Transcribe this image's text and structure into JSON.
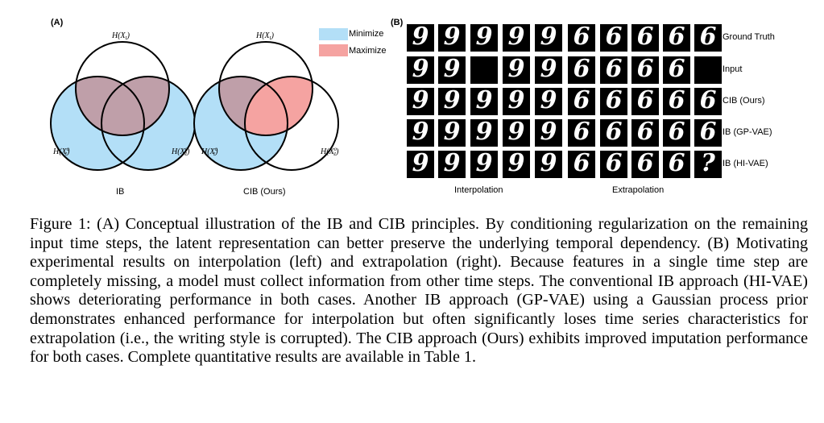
{
  "panel_a": {
    "label": "(A)",
    "ib_caption": "IB",
    "cib_caption": "CIB (Ours)",
    "top_label_left": "H(X",
    "top_label_right": "H(X",
    "legend": [
      {
        "label": "Minimize",
        "color": "#b3dff7"
      },
      {
        "label": "Maximize",
        "color": "#f5a3a1"
      }
    ],
    "colors": {
      "minimize": "#b3dff7",
      "maximize": "#f5a3a1",
      "overlap_ib": "#bf9fa9",
      "overlap_cib": "#bf9fa9"
    }
  },
  "panel_b": {
    "label": "(B)",
    "row_labels": [
      "Ground Truth",
      "Input",
      "CIB (Ours)",
      "IB (GP-VAE)",
      "IB (HI-VAE)"
    ],
    "col_labels": {
      "interpolation": "Interpolation",
      "extrapolation": "Extrapolation"
    },
    "rows": [
      [
        "9",
        "9",
        "9",
        "9",
        "9",
        "6",
        "6",
        "6",
        "6",
        "6"
      ],
      [
        "9",
        "9",
        "",
        "9",
        "9",
        "6",
        "6",
        "6",
        "6",
        ""
      ],
      [
        "9",
        "9",
        "9",
        "9",
        "9",
        "6",
        "6",
        "6",
        "6",
        "6"
      ],
      [
        "9",
        "9",
        "9",
        "9",
        "9",
        "6",
        "6",
        "6",
        "6",
        "6"
      ],
      [
        "9",
        "9",
        "9",
        "9",
        "9",
        "6",
        "6",
        "6",
        "6",
        "?"
      ]
    ]
  },
  "caption": "Figure 1: (A) Conceptual illustration of the IB and CIB principles. By conditioning regularization on the remaining input time steps, the latent representation can better preserve the underlying temporal dependency. (B) Motivating experimental results on interpolation (left) and extrapolation (right). Because features in a single time step are completely missing, a model must collect information from other time steps. The conventional IB approach (HI-VAE) shows deteriorating performance in both cases. Another IB approach (GP-VAE) using a Gaussian process prior demonstrates enhanced performance for interpolation but often significantly loses time series characteristics for extrapolation (i.e., the writing style is corrupted). The CIB approach (Ours) exhibits improved imputation performance for both cases. Complete quantitative results are available in Table 1."
}
